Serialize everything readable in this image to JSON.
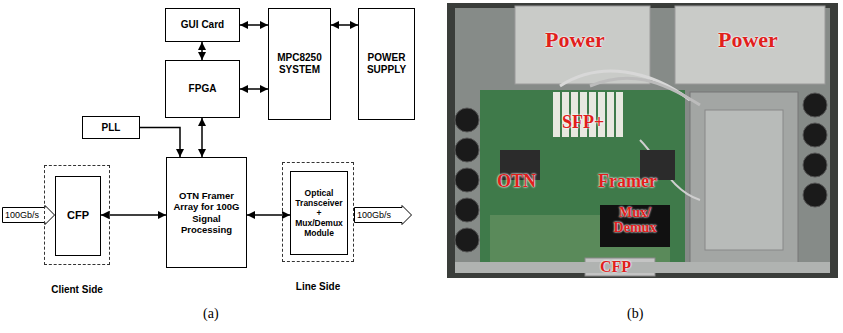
{
  "diagram": {
    "nodes": [
      {
        "text": [
          "GUI Card"
        ]
      },
      {
        "text": [
          "MPC8250 SYSTEM"
        ]
      },
      {
        "text": [
          "POWER SUPPLY"
        ]
      },
      {
        "text": [
          "FPGA"
        ]
      },
      {
        "text": [
          "PLL"
        ]
      },
      {
        "text": [
          "100Gb/s"
        ]
      },
      {
        "text": [
          "Client Side"
        ]
      },
      {
        "text": [
          "CFP"
        ],
        "in": 6
      },
      {
        "text": [
          "OTN Framer Array for 100G Signal Processing"
        ]
      },
      {
        "text": [
          "Line Side"
        ]
      },
      {
        "text": [
          "Optical Transceiver + Mux/Demux Module"
        ],
        "in": 9
      },
      {
        "text": [
          "100Gb/s"
        ]
      }
    ],
    "edges": [
      {
        "from": 0,
        "to": 1,
        "arrow": "both"
      },
      {
        "from": 1,
        "to": 2,
        "arrow": "both"
      },
      {
        "from": 0,
        "to": 3,
        "arrow": "both"
      },
      {
        "from": 3,
        "to": 1,
        "arrow": "both"
      },
      {
        "from": 4,
        "to": 8,
        "arrow": "to"
      },
      {
        "from": 3,
        "to": 8,
        "arrow": "both"
      },
      {
        "from": 7,
        "to": 8,
        "arrow": "both"
      },
      {
        "from": 8,
        "to": 10,
        "arrow": "both"
      }
    ],
    "labels": [
      "(a)",
      "(b)",
      "Power",
      "Power",
      "SFP+",
      "OTN",
      "Framer",
      "Mux/ Demux",
      "CFP"
    ]
  }
}
